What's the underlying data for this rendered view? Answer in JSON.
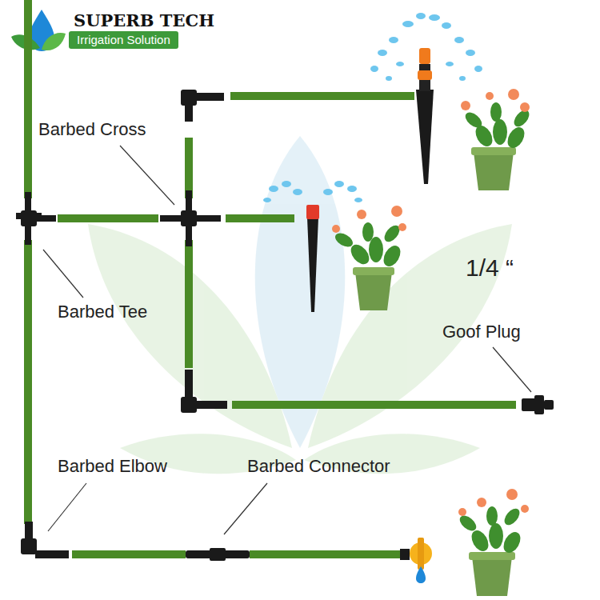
{
  "diagram": {
    "nodes": [
      {
        "text": [
          "SUPERB TECH",
          "Irrigation Solution"
        ]
      }
    ],
    "labels": [
      "Barbed Cross",
      "Barbed Tee",
      "1/4 “",
      "Goof Plug",
      "Barbed Elbow",
      "Barbed Connector"
    ]
  }
}
